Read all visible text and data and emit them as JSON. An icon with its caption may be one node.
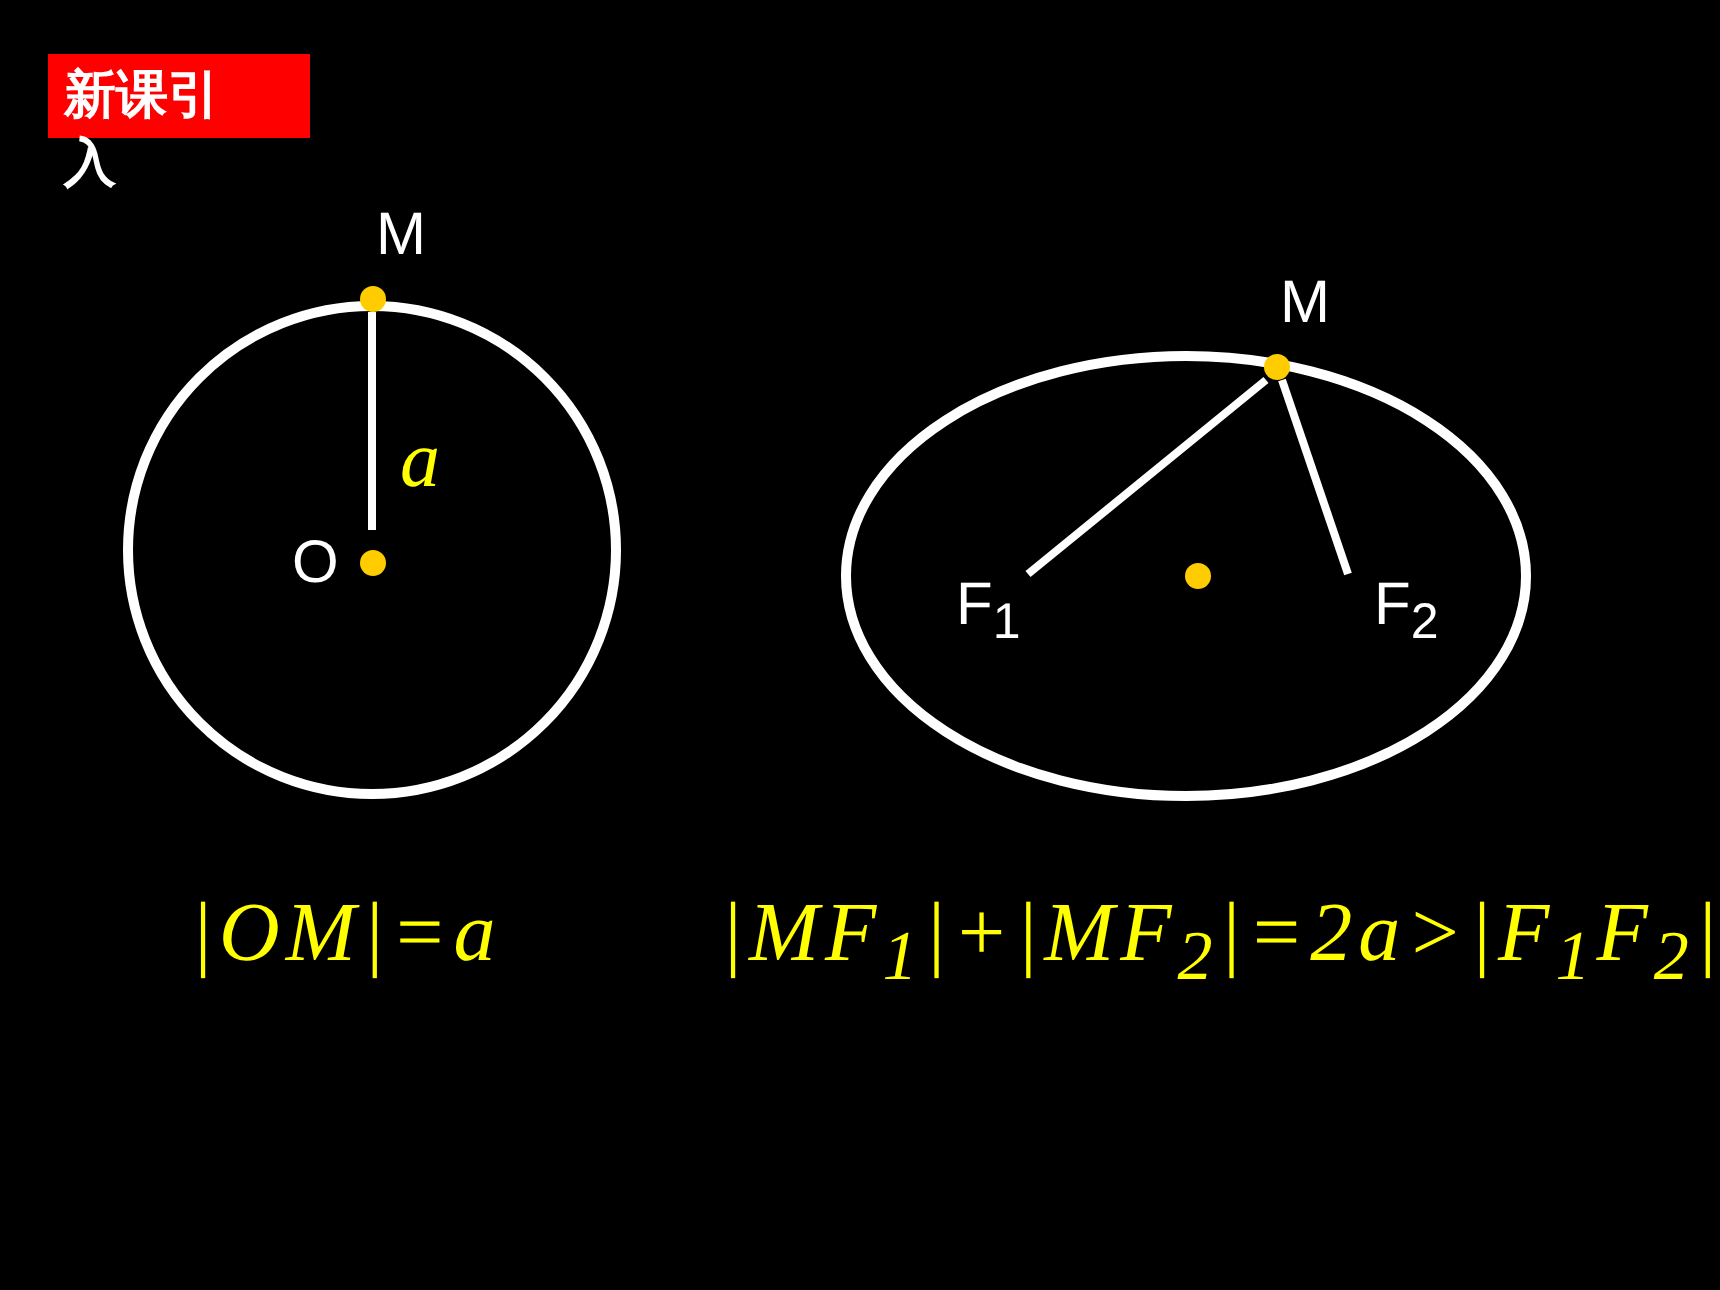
{
  "diagram": {
    "title": "新课引入",
    "nodes": [
      {
        "text": [
          "M"
        ]
      },
      {
        "text": [
          "O"
        ]
      },
      {
        "text": [
          "M"
        ]
      },
      {
        "text": [
          "F$_{1}$"
        ]
      },
      {
        "text": [
          "F$_{2}$"
        ]
      }
    ],
    "edges": [
      {
        "from": 1,
        "to": 0,
        "arrow": "none",
        "label": "a"
      },
      {
        "from": 2,
        "to": 3,
        "arrow": "none"
      },
      {
        "from": 2,
        "to": 4,
        "arrow": "none"
      }
    ],
    "labels": [
      "|OM|=a",
      "|MF$_{1}$|+|MF$_{2}$|=2a>|F$_{1}$F$_{2}$|"
    ]
  }
}
